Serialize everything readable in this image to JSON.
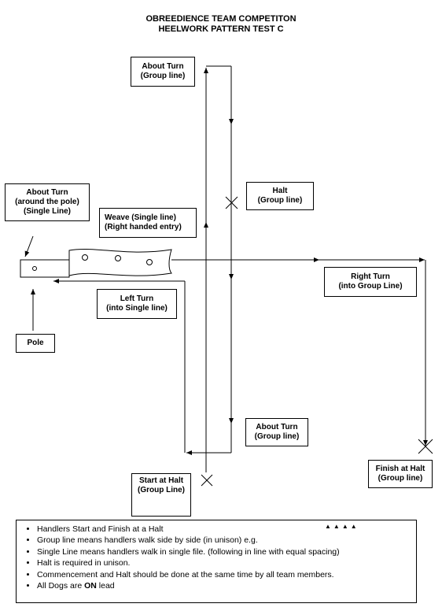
{
  "title": {
    "line1": "OBREEDIENCE TEAM COMPETITON",
    "line2": "HEELWORK PATTERN TEST C"
  },
  "labels": {
    "about_turn_top": [
      "About Turn",
      "(Group line)"
    ],
    "about_turn_pole": [
      "About Turn",
      "(around the pole)",
      "(Single Line)"
    ],
    "weave": [
      "Weave (Single line)",
      "(Right handed entry)"
    ],
    "halt": [
      "Halt",
      "(Group line)"
    ],
    "right_turn": [
      "Right Turn",
      "(into Group Line)"
    ],
    "left_turn": [
      "Left Turn",
      "(into Single line)"
    ],
    "pole": "Pole",
    "about_turn_bottom": [
      "About Turn",
      "(Group line)"
    ],
    "finish": [
      "Finish at Halt",
      "(Group line)"
    ],
    "start": [
      "Start at Halt",
      "(Group Line)"
    ]
  },
  "notes": {
    "bullets": [
      "Handlers Start and Finish at a Halt",
      "Group line means handlers walk side by side (in unison) e.g.",
      "Single Line means handlers walk in single file. (following in line with equal spacing)",
      "Halt is required in unison.",
      "Commencement and Halt should be done at the same time by all team members."
    ],
    "last_prefix": "All Dogs are ",
    "last_bold": "ON",
    "last_suffix": " lead"
  }
}
